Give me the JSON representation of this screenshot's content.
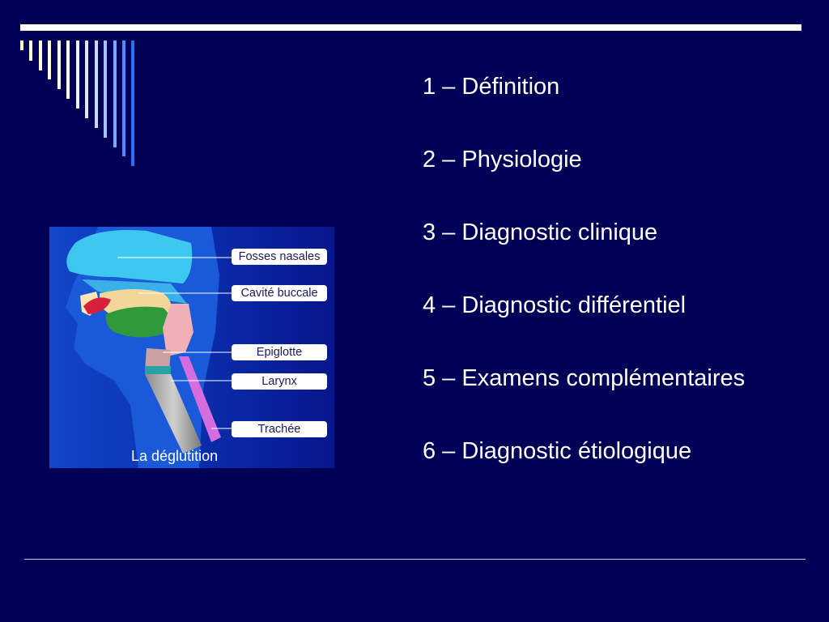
{
  "slide": {
    "agenda": [
      "1 – Définition",
      "2 – Physiologie",
      "3 – Diagnostic clinique",
      "4 – Diagnostic différentiel",
      "5 – Examens complémentaires",
      "6 – Diagnostic étiologique"
    ],
    "figure": {
      "caption": "La déglutition",
      "labels": [
        "Fosses nasales",
        "Cavité buccale",
        "Epiglotte",
        "Larynx",
        "Trachée"
      ]
    }
  },
  "colors": {
    "background": "#000057",
    "text": "#ffffff",
    "stripe_light": "#ffffcc",
    "stripe_blue": "#1e64e6"
  }
}
